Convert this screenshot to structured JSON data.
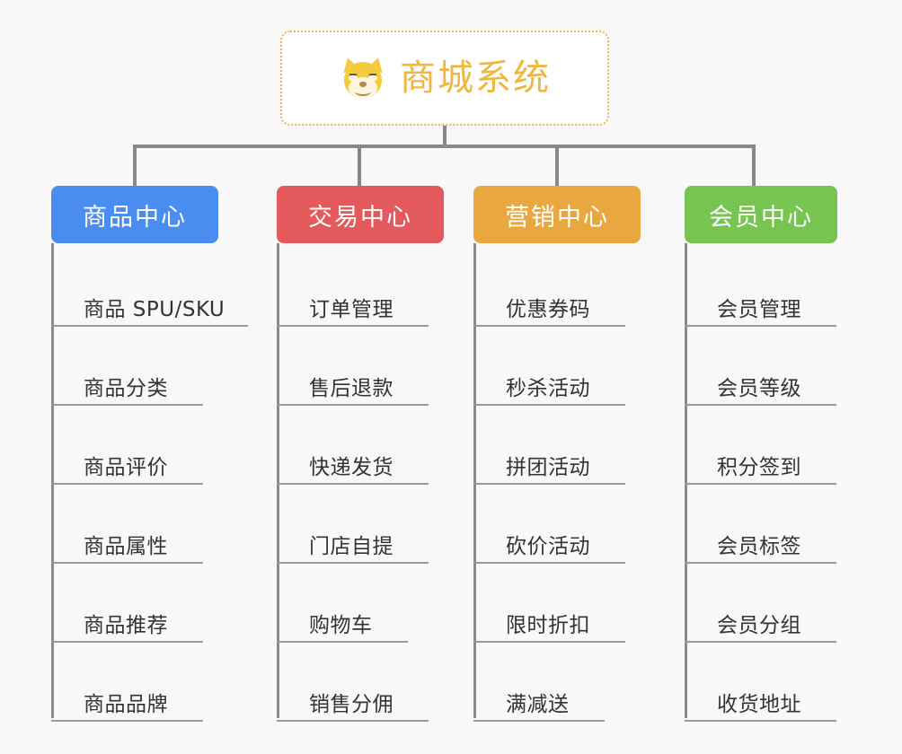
{
  "background_color": "#f8f8f8",
  "root": {
    "title": "商城系统",
    "icon": "shiba-dog-face-icon",
    "text_color": "#f0b63f",
    "border_color": "#f0b14a"
  },
  "branches": [
    {
      "title": "商品中心",
      "color": "#4a8cf0",
      "leaves": [
        "商品 SPU/SKU",
        "商品分类",
        "商品评价",
        "商品属性",
        "商品推荐",
        "商品品牌"
      ]
    },
    {
      "title": "交易中心",
      "color": "#e3595c",
      "leaves": [
        "订单管理",
        "售后退款",
        "快递发货",
        "门店自提",
        "购物车",
        "销售分佣"
      ]
    },
    {
      "title": "营销中心",
      "color": "#e9a83f",
      "leaves": [
        "优惠券码",
        "秒杀活动",
        "拼团活动",
        "砍价活动",
        "限时折扣",
        "满减送"
      ]
    },
    {
      "title": "会员中心",
      "color": "#78c450",
      "leaves": [
        "会员管理",
        "会员等级",
        "积分签到",
        "会员标签",
        "会员分组",
        "收货地址"
      ]
    }
  ]
}
